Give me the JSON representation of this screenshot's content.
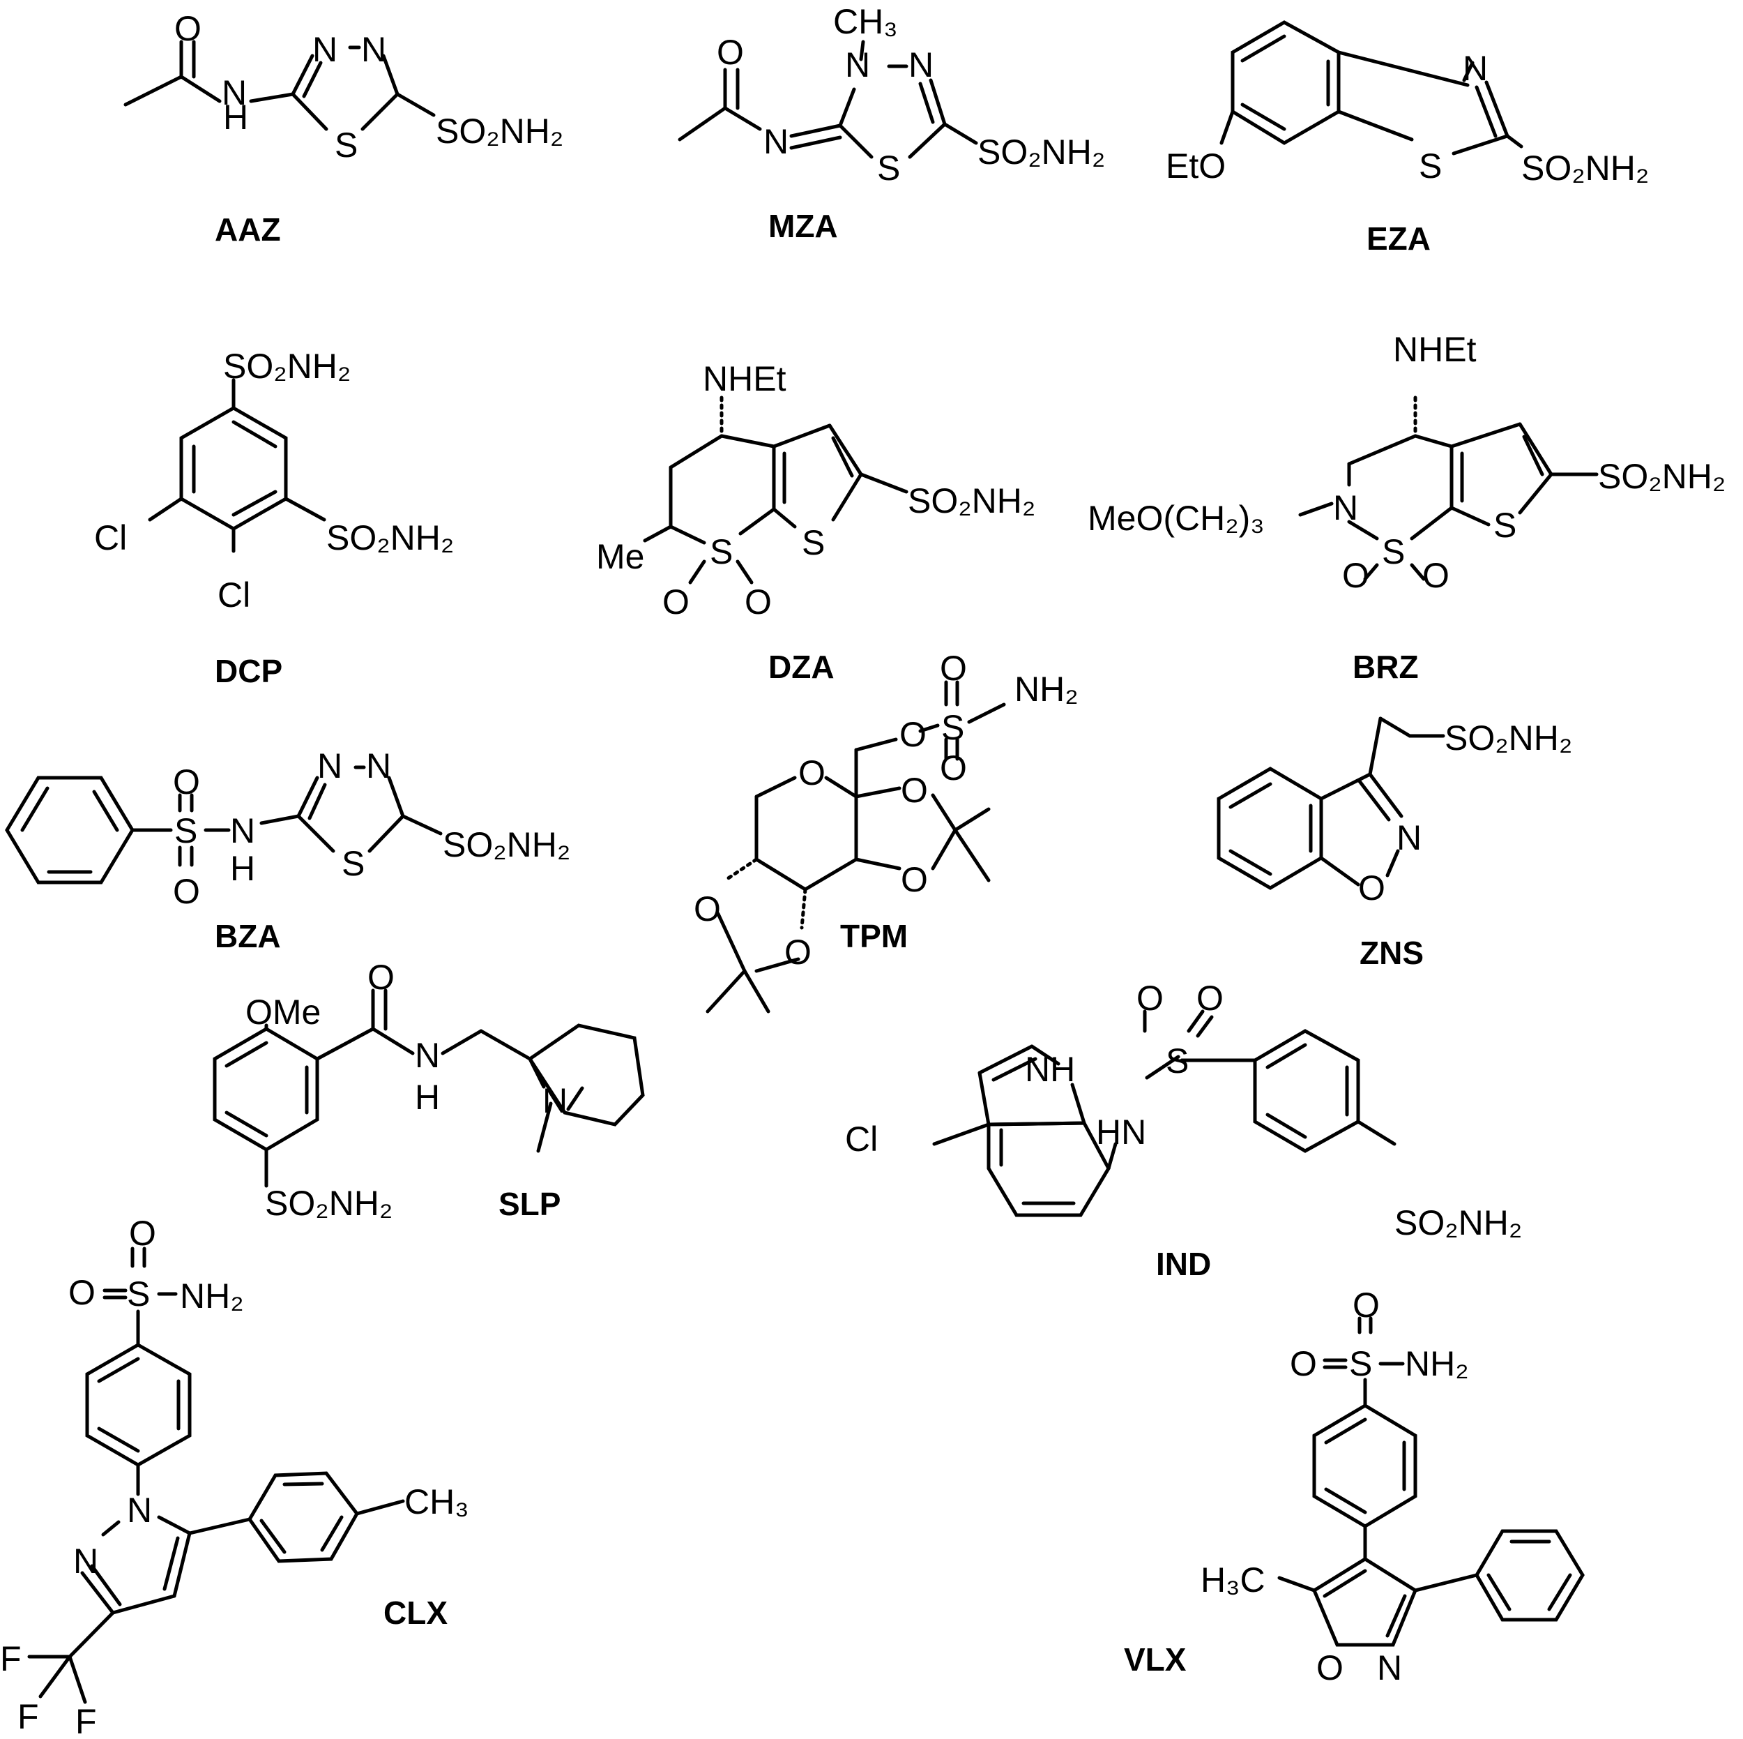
{
  "figure": {
    "compounds": [
      {
        "code": "AAZ",
        "atoms": [
          "O",
          "H",
          "N",
          "N",
          "N",
          "S",
          "SO₂NH₂"
        ]
      },
      {
        "code": "MZA",
        "atoms": [
          "CH₃",
          "N",
          "N",
          "O",
          "N",
          "S",
          "SO₂NH₂"
        ]
      },
      {
        "code": "EZA",
        "atoms": [
          "N",
          "EtO",
          "S",
          "SO₂NH₂"
        ]
      },
      {
        "code": "DCP",
        "atoms": [
          "SO₂NH₂",
          "SO₂NH₂",
          "Cl",
          "Cl"
        ]
      },
      {
        "code": "DZA",
        "atoms": [
          "NHEt",
          "SO₂NH₂",
          "Me",
          "S",
          "S",
          "O",
          "O"
        ]
      },
      {
        "code": "BRZ",
        "atoms": [
          "NHEt",
          "SO₂NH₂",
          "MeO(CH₂)₃",
          "N",
          "S",
          "S",
          "O",
          "O"
        ]
      },
      {
        "code": "BZA",
        "atoms": [
          "O",
          "O",
          "S",
          "N",
          "H",
          "N",
          "N",
          "S",
          "SO₂NH₂"
        ]
      },
      {
        "code": "TPM",
        "atoms": [
          "O",
          "NH₂",
          "O",
          "S",
          "O",
          "O",
          "O",
          "O",
          "O",
          "O"
        ]
      },
      {
        "code": "ZNS",
        "atoms": [
          "SO₂NH₂",
          "N",
          "O"
        ]
      },
      {
        "code": "SLP",
        "atoms": [
          "OMe",
          "O",
          "N",
          "H",
          "N",
          "SO₂NH₂"
        ]
      },
      {
        "code": "IND",
        "atoms": [
          "O",
          "O",
          "NH",
          "Cl",
          "S",
          "HN",
          "SO₂NH₂"
        ]
      },
      {
        "code": "CLX",
        "atoms": [
          "O",
          "O",
          "S",
          "NH₂",
          "CH₃",
          "N",
          "N",
          "F",
          "F",
          "F"
        ]
      },
      {
        "code": "VLX",
        "atoms": [
          "O",
          "O",
          "S",
          "NH₂",
          "H₃C",
          "O",
          "N"
        ]
      }
    ]
  }
}
